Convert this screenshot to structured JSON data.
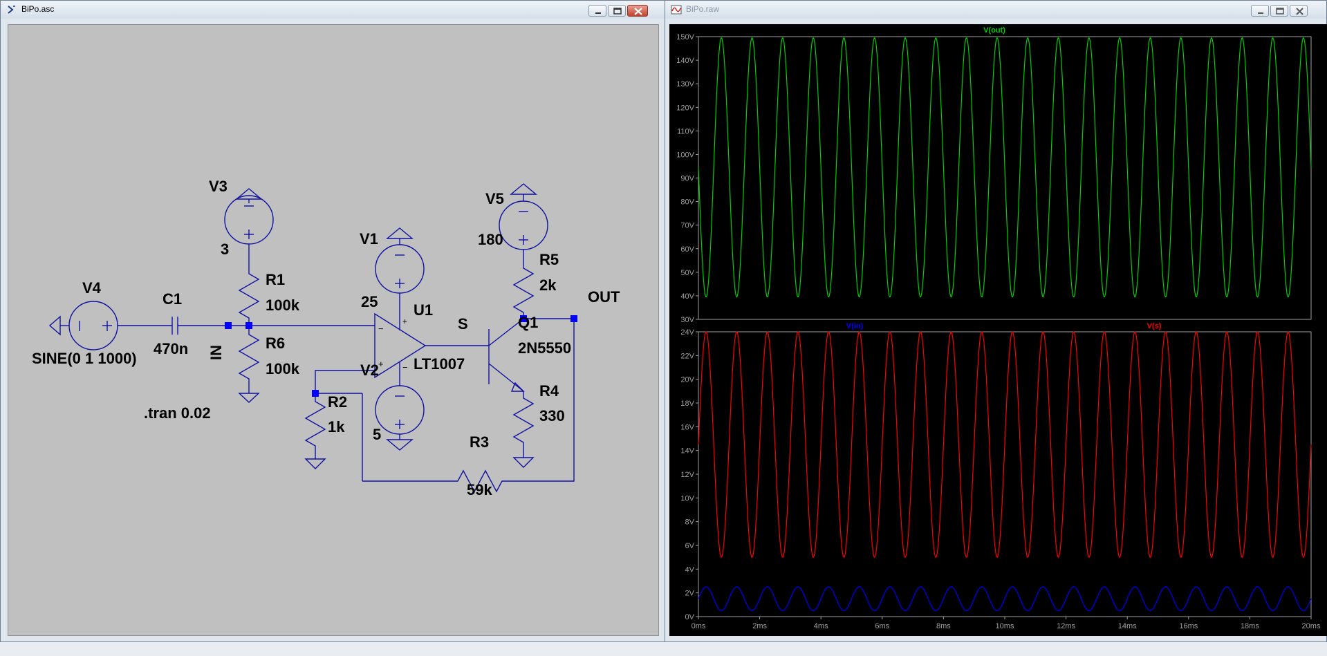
{
  "schematic_window": {
    "title": "BiPo.asc",
    "labels": {
      "v4_name": "V4",
      "v4_value": "SINE(0 1 1000)",
      "c1_name": "C1",
      "c1_value": "470n",
      "in_net": "IN",
      "v3_name": "V3",
      "v3_value": "3",
      "r1_name": "R1",
      "r1_value": "100k",
      "r6_name": "R6",
      "r6_value": "100k",
      "tran_directive": ".tran 0.02",
      "v1_name": "V1",
      "v1_value": "25",
      "u1_name": "U1",
      "u1_value": "LT1007",
      "v2_name": "V2",
      "v2_value": "5",
      "r2_name": "R2",
      "r2_value": "1k",
      "s_net": "S",
      "v5_name": "V5",
      "v5_value": "180",
      "r5_name": "R5",
      "r5_value": "2k",
      "out_net": "OUT",
      "q1_name": "Q1",
      "q1_value": "2N5550",
      "r4_name": "R4",
      "r4_value": "330",
      "r3_name": "R3",
      "r3_value": "59k"
    }
  },
  "waveform_window": {
    "title": "BiPo.raw",
    "colors": {
      "vout": "#00d000",
      "vin": "#0000ff",
      "vs": "#ff0000",
      "axis": "#a0a0a0"
    },
    "chart_data": [
      {
        "type": "line",
        "title": "",
        "series": [
          {
            "name": "V(out)",
            "waveform": "sine",
            "frequency_hz": 1000,
            "min": 39.5,
            "max": 149.5,
            "phase": "inverted"
          }
        ],
        "xlim": [
          0,
          0.02
        ],
        "ylim": [
          30,
          150
        ],
        "y_ticks": [
          "30V",
          "40V",
          "50V",
          "60V",
          "70V",
          "80V",
          "90V",
          "100V",
          "110V",
          "120V",
          "130V",
          "140V",
          "150V"
        ],
        "x_ticks": [
          "0ms",
          "2ms",
          "4ms",
          "6ms",
          "8ms",
          "10ms",
          "12ms",
          "14ms",
          "16ms",
          "18ms",
          "20ms"
        ]
      },
      {
        "type": "line",
        "title": "",
        "series": [
          {
            "name": "V(in)",
            "waveform": "sine",
            "frequency_hz": 1000,
            "min": 0.5,
            "max": 2.5,
            "phase": "normal"
          },
          {
            "name": "V(s)",
            "waveform": "sine",
            "frequency_hz": 1000,
            "min": 5,
            "max": 24,
            "phase": "normal"
          }
        ],
        "xlim": [
          0,
          0.02
        ],
        "ylim": [
          0,
          24
        ],
        "y_ticks": [
          "0V",
          "2V",
          "4V",
          "6V",
          "8V",
          "10V",
          "12V",
          "14V",
          "16V",
          "18V",
          "20V",
          "22V",
          "24V"
        ],
        "x_ticks": [
          "0ms",
          "2ms",
          "4ms",
          "6ms",
          "8ms",
          "10ms",
          "12ms",
          "14ms",
          "16ms",
          "18ms",
          "20ms"
        ]
      }
    ]
  }
}
